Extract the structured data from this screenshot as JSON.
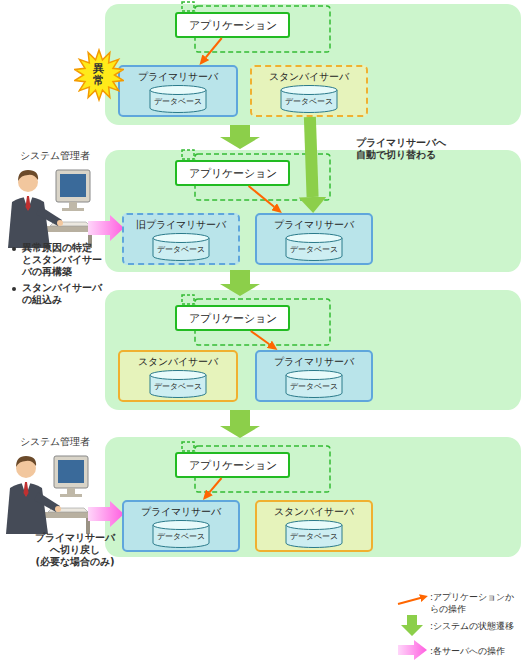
{
  "diagram": {
    "nodes": [
      {
        "text": [
          "異常"
        ]
      },
      {
        "text": [
          "アプリケーション"
        ]
      },
      {
        "text": [
          "プライマリサーバ"
        ]
      },
      {
        "text": [
          "データベース"
        ],
        "in": 2
      },
      {
        "text": [
          "スタンバイサーバ"
        ]
      },
      {
        "text": [
          "データベース"
        ],
        "in": 4
      },
      {
        "text": [
          "アプリケーション"
        ]
      },
      {
        "text": [
          "旧プライマリサーバ"
        ]
      },
      {
        "text": [
          "データベース"
        ],
        "in": 7
      },
      {
        "text": [
          "プライマリサーバ"
        ]
      },
      {
        "text": [
          "データベース"
        ],
        "in": 9
      },
      {
        "text": [
          "アプリケーション"
        ]
      },
      {
        "text": [
          "スタンバイサーバ"
        ]
      },
      {
        "text": [
          "データベース"
        ],
        "in": 12
      },
      {
        "text": [
          "プライマリサーバ"
        ]
      },
      {
        "text": [
          "データベース"
        ],
        "in": 14
      },
      {
        "text": [
          "アプリケーション"
        ]
      },
      {
        "text": [
          "プライマリサーバ"
        ]
      },
      {
        "text": [
          "データベース"
        ],
        "in": 17
      },
      {
        "text": [
          "スタンバイサーバ"
        ]
      },
      {
        "text": [
          "データベース"
        ],
        "in": 19
      }
    ],
    "edges": [
      {
        "from": 1,
        "to": 2,
        "arrow": "to"
      },
      {
        "from": 4,
        "to": 9,
        "arrow": "to",
        "label": "プライマリサーバへ 自動で切り替わる"
      },
      {
        "from": 6,
        "to": 9,
        "arrow": "to"
      },
      {
        "from": 11,
        "to": 14,
        "arrow": "to"
      },
      {
        "from": 16,
        "to": 17,
        "arrow": "to"
      }
    ],
    "labels": [
      "システム管理者",
      "異常原因の特定 とスタンバイサー バの再構築",
      "スタンバイサーバ の組込み",
      "システム管理者",
      "プライマリサーバ へ切り戻し (必要な場合のみ)"
    ],
    "legend": [
      {
        "text": ":アプリケーションか らの操作"
      },
      {
        "text": ":システムの状態遷移"
      },
      {
        "text": ":各サーバへの操作"
      }
    ]
  }
}
